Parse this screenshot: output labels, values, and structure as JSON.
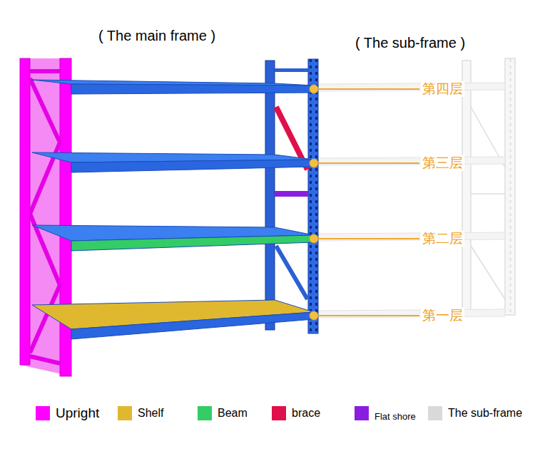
{
  "diagram": {
    "labels": [
      "( The main frame )",
      "( The sub-frame )",
      "第四层",
      "第三层",
      "第二层",
      "第一层"
    ],
    "legend": [
      {
        "text": "Upright",
        "color": "#ff00ff"
      },
      {
        "text": "Shelf",
        "color": "#e0b830"
      },
      {
        "text": "Beam",
        "color": "#33cc66"
      },
      {
        "text": "brace",
        "color": "#e0104a"
      },
      {
        "text": "Flat shore",
        "color": "#8a1ee0"
      },
      {
        "text": "The sub-frame",
        "color": "#d9d9d9"
      }
    ]
  }
}
